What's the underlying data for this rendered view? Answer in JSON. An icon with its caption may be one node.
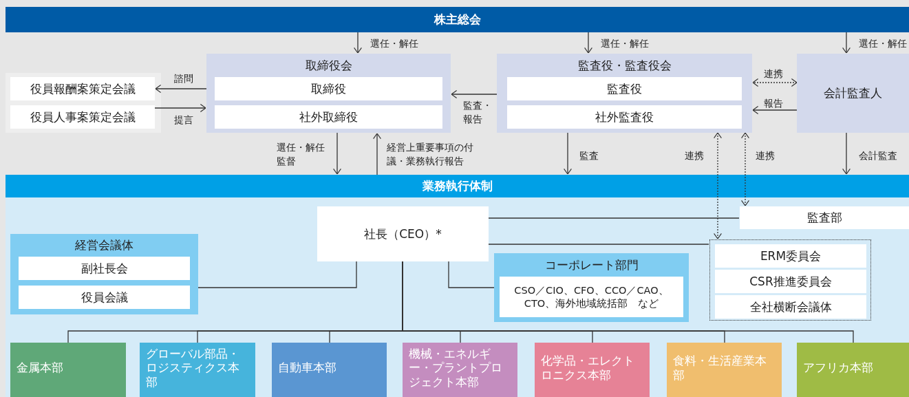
{
  "diagram": {
    "nodes": [
      {
        "text": [
          "株主総会"
        ]
      },
      {
        "text": [
          "取締役会"
        ]
      },
      {
        "text": [
          "取締役"
        ],
        "in": 1
      },
      {
        "text": [
          "社外取締役"
        ],
        "in": 1
      },
      {
        "text": [
          "役員報酬案策定会議"
        ]
      },
      {
        "text": [
          "役員人事案策定会議"
        ]
      },
      {
        "text": [
          "監査役・監査役会"
        ]
      },
      {
        "text": [
          "監査役"
        ],
        "in": 6
      },
      {
        "text": [
          "社外監査役"
        ],
        "in": 6
      },
      {
        "text": [
          "会計監査人"
        ]
      },
      {
        "text": [
          "業務執行体制"
        ]
      },
      {
        "text": [
          "監査部"
        ],
        "in": 10
      },
      {
        "text": [
          "社長（CEO）*"
        ],
        "in": 10
      },
      {
        "text": [
          "経営会議体"
        ],
        "in": 10
      },
      {
        "text": [
          "副社長会"
        ],
        "in": 13
      },
      {
        "text": [
          "役員会議"
        ],
        "in": 13
      },
      {
        "text": [
          "コーポレート部門"
        ],
        "in": 10
      },
      {
        "text": [
          "CSO／CIO、CFO、CCO／CAO、CTO、海外地域統括部　など"
        ],
        "in": 16
      },
      {
        "text": [],
        "shape": "box",
        "in": 10
      },
      {
        "text": [
          "ERM委員会"
        ],
        "in": 18
      },
      {
        "text": [
          "CSR推進委員会"
        ],
        "in": 18
      },
      {
        "text": [
          "全社横断会議体"
        ],
        "in": 18
      },
      {
        "text": [
          "金属本部"
        ],
        "in": 10
      },
      {
        "text": [
          "グローバル部品・ロジスティクス本部"
        ],
        "in": 10
      },
      {
        "text": [
          "自動車本部"
        ],
        "in": 10
      },
      {
        "text": [
          "機械・エネルギー・プラントプロジェクト本部"
        ],
        "in": 10
      },
      {
        "text": [
          "化学品・エレクトロニクス本部"
        ],
        "in": 10
      },
      {
        "text": [
          "食料・生活産業本部"
        ],
        "in": 10
      },
      {
        "text": [
          "アフリカ本部"
        ],
        "in": 10
      }
    ],
    "edges": [
      {
        "from": 0,
        "to": 1,
        "arrow": "to",
        "label": "選任・解任"
      },
      {
        "from": 0,
        "to": 6,
        "arrow": "to",
        "label": "選任・解任"
      },
      {
        "from": 0,
        "to": 9,
        "arrow": "to",
        "label": "選任・解任"
      },
      {
        "from": 1,
        "to": 4,
        "arrow": "to",
        "label": "諮問"
      },
      {
        "from": 5,
        "to": 1,
        "arrow": "to",
        "label": "提言"
      },
      {
        "from": 6,
        "to": 1,
        "arrow": "to",
        "label": "監査・報告"
      },
      {
        "from": 9,
        "to": 6,
        "arrow": "both",
        "label": "連携",
        "style": "dashed"
      },
      {
        "from": 9,
        "to": 6,
        "arrow": "to",
        "label": "報告"
      },
      {
        "from": 1,
        "to": 10,
        "arrow": "to",
        "label": "選任・解任監督"
      },
      {
        "from": 10,
        "to": 1,
        "arrow": "to",
        "label": "経営上重要事項の付議・業務執行報告"
      },
      {
        "from": 6,
        "to": 10,
        "arrow": "to",
        "label": "監査"
      },
      {
        "from": 6,
        "to": 18,
        "arrow": "both",
        "label": "連携",
        "style": "dashed"
      },
      {
        "from": 6,
        "to": 11,
        "arrow": "both",
        "label": "連携",
        "style": "dashed"
      },
      {
        "from": 9,
        "to": 10,
        "arrow": "to",
        "label": "会計監査"
      },
      {
        "from": 12,
        "to": 11,
        "arrow": "none"
      },
      {
        "from": 12,
        "to": 18,
        "arrow": "none"
      },
      {
        "from": 12,
        "to": 13,
        "arrow": "none"
      },
      {
        "from": 12,
        "to": 16,
        "arrow": "none"
      },
      {
        "from": 12,
        "to": 22,
        "arrow": "none"
      },
      {
        "from": 12,
        "to": 23,
        "arrow": "none"
      },
      {
        "from": 12,
        "to": 24,
        "arrow": "none"
      },
      {
        "from": 12,
        "to": 25,
        "arrow": "none"
      },
      {
        "from": 12,
        "to": 26,
        "arrow": "none"
      },
      {
        "from": 12,
        "to": 27,
        "arrow": "none"
      },
      {
        "from": 12,
        "to": 28,
        "arrow": "none"
      }
    ]
  }
}
